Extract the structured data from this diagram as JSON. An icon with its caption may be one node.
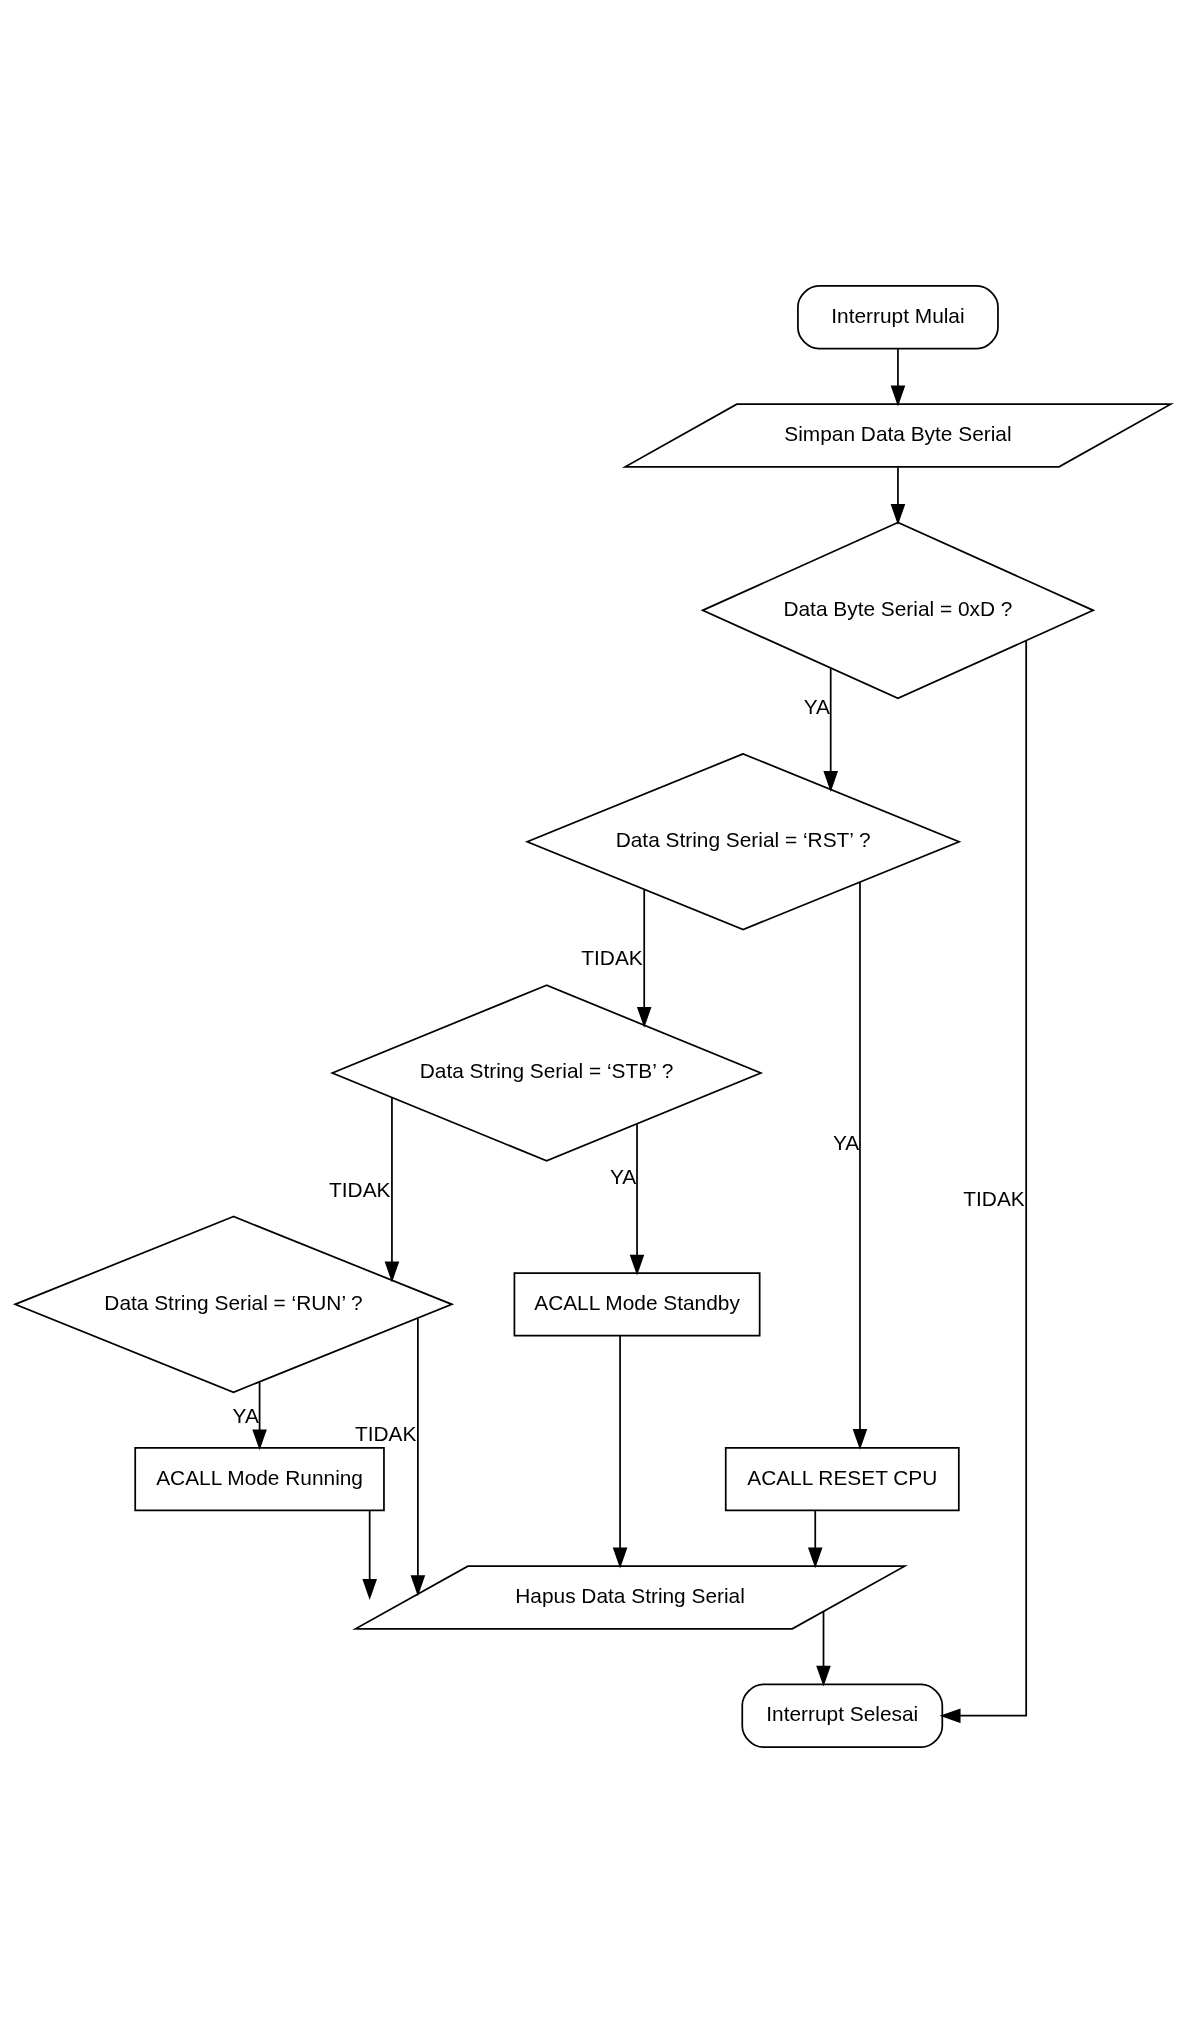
{
  "diagram": {
    "nodes": [
      {
        "text": [
          "Interrupt Mulai"
        ]
      },
      {
        "text": [
          "Simpan Data Byte Serial"
        ]
      },
      {
        "text": [
          "Data Byte Serial = 0xD ?"
        ]
      },
      {
        "text": [
          "Data String Serial = ‘RST’ ?"
        ]
      },
      {
        "text": [
          "Data String Serial = ‘STB’ ?"
        ]
      },
      {
        "text": [
          "Data String Serial = ‘RUN’ ?"
        ]
      },
      {
        "text": [
          "ACALL RESET CPU"
        ]
      },
      {
        "text": [
          "ACALL Mode Standby"
        ]
      },
      {
        "text": [
          "ACALL Mode Running"
        ]
      },
      {
        "text": [
          "Hapus Data String Serial"
        ]
      },
      {
        "text": [
          "Interrupt Selesai"
        ]
      }
    ],
    "edges": [
      {
        "from": 0,
        "to": 1,
        "arrow": "to"
      },
      {
        "from": 1,
        "to": 2,
        "arrow": "to"
      },
      {
        "from": 2,
        "to": 3,
        "arrow": "to",
        "label": "YA"
      },
      {
        "from": 2,
        "to": 10,
        "arrow": "to",
        "label": "TIDAK"
      },
      {
        "from": 3,
        "to": 4,
        "arrow": "to",
        "label": "TIDAK"
      },
      {
        "from": 3,
        "to": 6,
        "arrow": "to",
        "label": "YA"
      },
      {
        "from": 4,
        "to": 5,
        "arrow": "to",
        "label": "TIDAK"
      },
      {
        "from": 4,
        "to": 7,
        "arrow": "to",
        "label": "YA"
      },
      {
        "from": 5,
        "to": 8,
        "arrow": "to",
        "label": "YA"
      },
      {
        "from": 5,
        "to": 9,
        "arrow": "to",
        "label": "TIDAK"
      },
      {
        "from": 6,
        "to": 9,
        "arrow": "to"
      },
      {
        "from": 7,
        "to": 9,
        "arrow": "to"
      },
      {
        "from": 8,
        "to": 9,
        "arrow": "to"
      },
      {
        "from": 9,
        "to": 10,
        "arrow": "to"
      }
    ]
  }
}
